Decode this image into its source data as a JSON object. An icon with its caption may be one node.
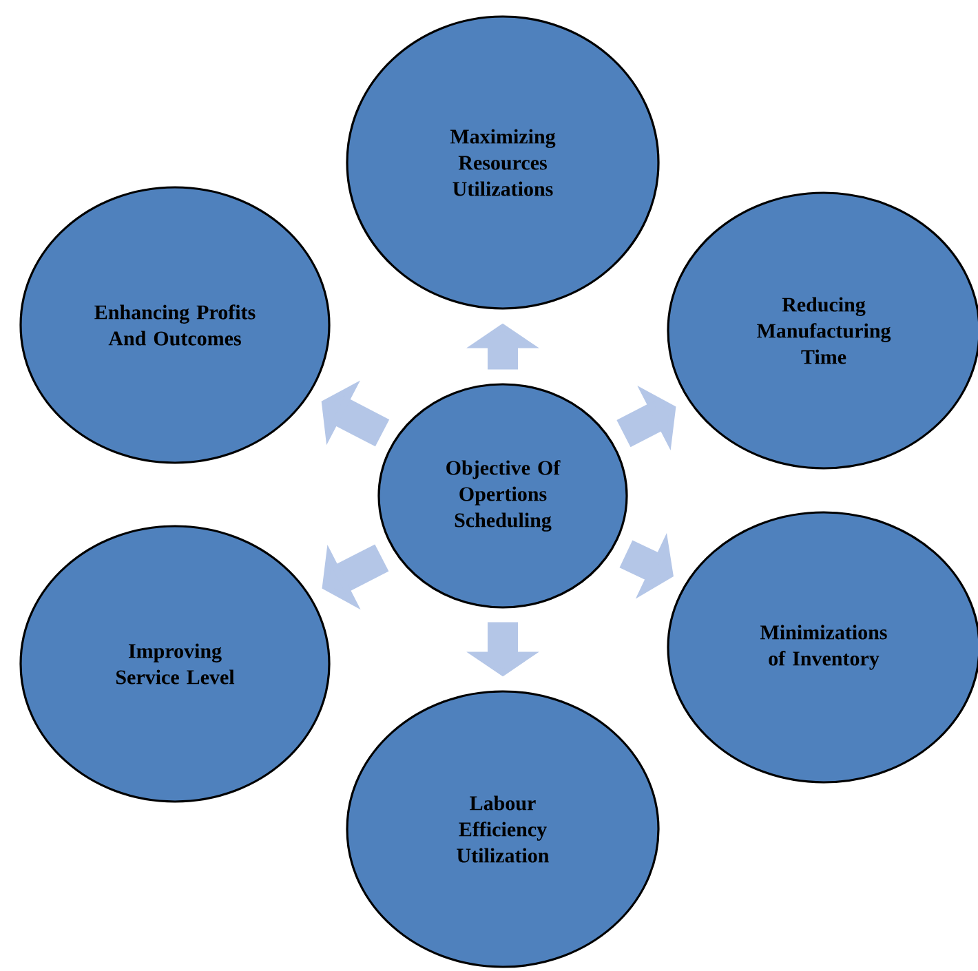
{
  "diagram": {
    "nodes": [
      {
        "text": [
          "Objective Of Opertions Scheduling"
        ]
      },
      {
        "text": [
          "Maximizing Resources Utilizations"
        ]
      },
      {
        "text": [
          "Reducing Manufacturing Time"
        ]
      },
      {
        "text": [
          "Minimizations of Inventory"
        ]
      },
      {
        "text": [
          "Labour Efficiency Utilization"
        ]
      },
      {
        "text": [
          "Improving Service Level"
        ]
      },
      {
        "text": [
          "Enhancing Profits And Outcomes"
        ]
      }
    ],
    "edges": [
      {
        "from": 0,
        "to": 1,
        "arrow": "to"
      },
      {
        "from": 0,
        "to": 2,
        "arrow": "to"
      },
      {
        "from": 0,
        "to": 3,
        "arrow": "to"
      },
      {
        "from": 0,
        "to": 4,
        "arrow": "to"
      },
      {
        "from": 0,
        "to": 5,
        "arrow": "to"
      },
      {
        "from": 0,
        "to": 6,
        "arrow": "to"
      }
    ]
  }
}
